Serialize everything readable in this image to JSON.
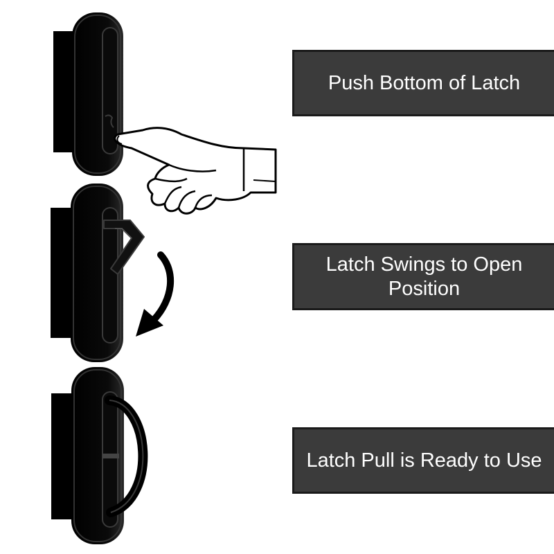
{
  "steps": [
    {
      "label": "Push Bottom of Latch",
      "icon": "finger-pushing-latch-icon"
    },
    {
      "label": "Latch Swings to Open Position",
      "icon": "latch-swinging-icon"
    },
    {
      "label": "Latch Pull is Ready to Use",
      "icon": "latch-ring-open-icon"
    }
  ],
  "colors": {
    "background": "#ffffff",
    "label_box": "#3b3b3b",
    "label_text": "#ffffff",
    "hardware": "#000000"
  }
}
